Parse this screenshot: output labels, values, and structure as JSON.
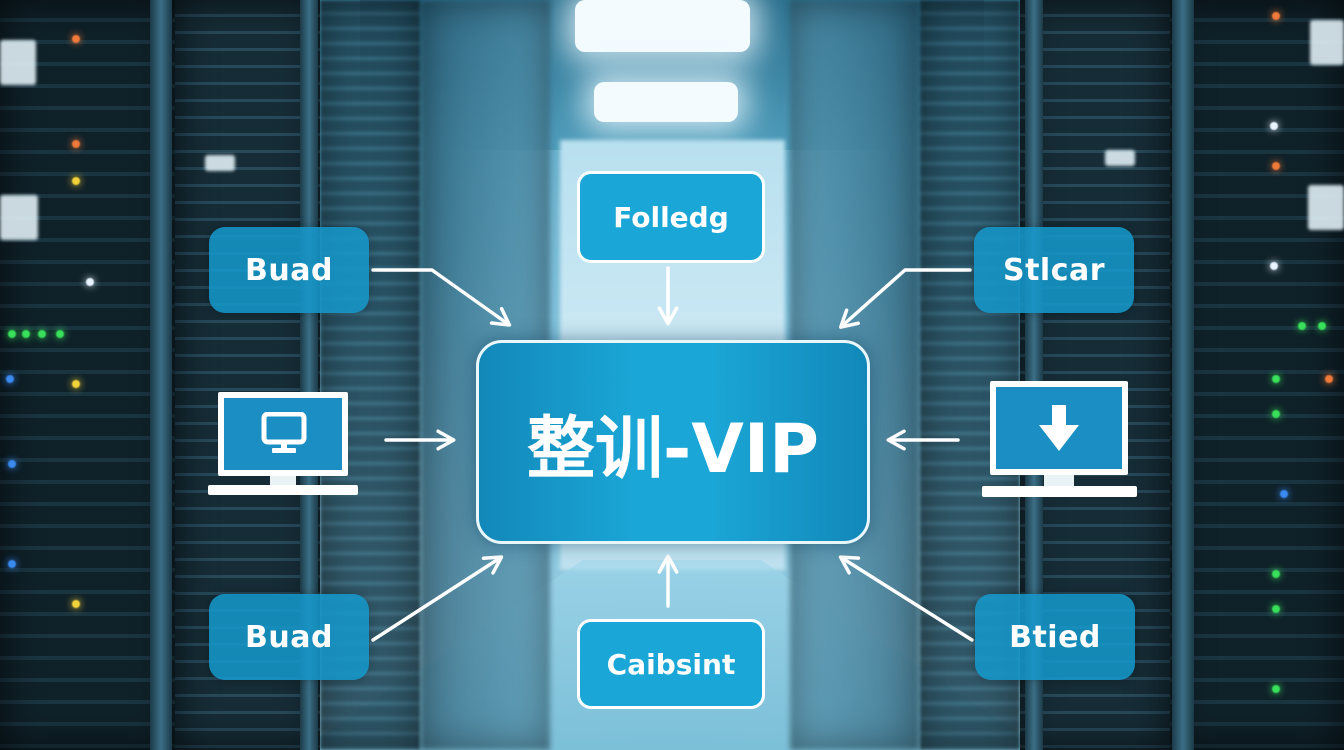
{
  "diagram": {
    "center": {
      "label": "整训-VIP"
    },
    "top": {
      "label": "Folledg"
    },
    "bottom": {
      "label": "Caibsint"
    },
    "top_left": {
      "label": "Buad"
    },
    "top_right": {
      "label": "Stlcar"
    },
    "bottom_left": {
      "label": "Buad"
    },
    "bottom_right": {
      "label": "Btied"
    },
    "left_device": {
      "icon": "monitor-icon"
    },
    "right_device": {
      "icon": "download-monitor-icon"
    },
    "connections": [
      {
        "from": "top",
        "to": "center"
      },
      {
        "from": "top_left",
        "to": "center"
      },
      {
        "from": "top_right",
        "to": "center"
      },
      {
        "from": "left_device",
        "to": "center"
      },
      {
        "from": "right_device",
        "to": "center"
      },
      {
        "from": "bottom_left",
        "to": "center"
      },
      {
        "from": "bottom_right",
        "to": "center"
      },
      {
        "from": "bottom",
        "to": "center"
      }
    ]
  },
  "colors": {
    "node_fill": "#1aa6d6",
    "node_border": "#ffffff",
    "arrow": "#ffffff",
    "background_tint": "#4f9dbb"
  }
}
